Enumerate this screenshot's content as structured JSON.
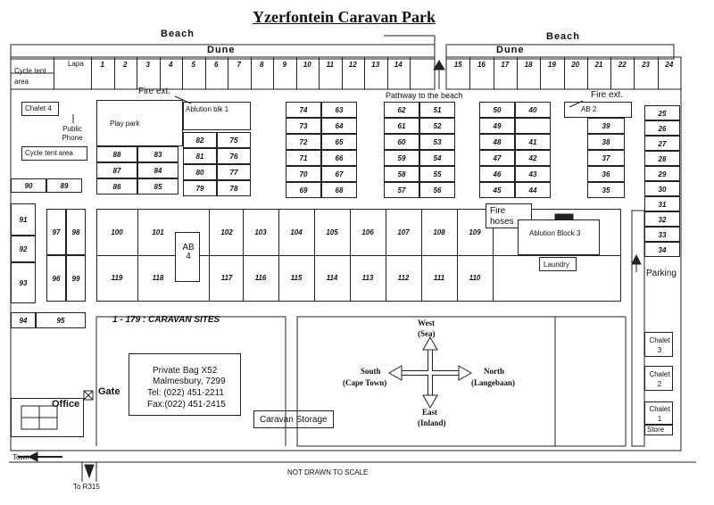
{
  "title": "Yzerfontein Caravan Park",
  "beach_left": "Beach",
  "beach_right": "Beach",
  "dune_left": "Dune",
  "dune_right": "Dune",
  "cycle_tent_top": "Cycle tent area",
  "lapa": "Lapa",
  "chalet_4": "Chalet 4",
  "public_phone": "Public Phone",
  "cycle_tent_mid": "Cycle tent area",
  "play_park": "Play park",
  "fire_ext_left": "Fire ext.",
  "fire_ext_right": "Fire ext.",
  "ablution_blk1": "Ablution blk 1",
  "ab2": "AB 2",
  "pathway": "Pathway to the beach",
  "fire_hoses": "Fire hoses",
  "ablution_block3": "Ablution Block 3",
  "laundry": "Laundry",
  "ab4": "AB 4",
  "parking": "Parking",
  "sites_caption": "1 - 179  : CARAVAN SITES",
  "address": {
    "line1": "Private Bag X52",
    "line2": "Malmesbury, 7299",
    "line3": "Tel: (022) 451-2211",
    "line4": "Fax:(022) 451-2415"
  },
  "caravan_storage": "Caravan Storage",
  "gate": "Gate",
  "office": "Office",
  "town": "Town",
  "to_r315": "To R315",
  "not_to_scale": "NOT DRAWN TO SCALE",
  "compass": {
    "west": "West",
    "west_sub": "(Sea)",
    "south": "South",
    "south_sub": "(Cape Town)",
    "north": "North",
    "north_sub": "(Langebaan)",
    "east": "East",
    "east_sub": "(Inland)"
  },
  "chalets_right": {
    "c3": "Chalet 3",
    "c2": "Chalet 2",
    "c1": "Chalet 1",
    "store": "Store"
  },
  "sites": {
    "top_row": [
      "1",
      "2",
      "3",
      "4",
      "5",
      "6",
      "7",
      "8",
      "9",
      "10",
      "11",
      "12",
      "13",
      "14"
    ],
    "top_row_right": [
      "15",
      "16",
      "17",
      "18",
      "19",
      "20",
      "21",
      "22",
      "23",
      "24"
    ],
    "right_col": [
      "25",
      "26",
      "27",
      "28",
      "29",
      "30",
      "31",
      "32",
      "33",
      "34"
    ],
    "grid_mid": [
      [
        "74",
        "63"
      ],
      [
        "73",
        "64"
      ],
      [
        "72",
        "65"
      ],
      [
        "71",
        "66"
      ],
      [
        "70",
        "67"
      ],
      [
        "69",
        "68"
      ],
      [
        "62",
        "51"
      ],
      [
        "61",
        "52"
      ],
      [
        "60",
        "53"
      ],
      [
        "59",
        "54"
      ],
      [
        "58",
        "55"
      ],
      [
        "57",
        "56"
      ],
      [
        "50",
        "40"
      ],
      [
        "49",
        ""
      ],
      [
        "48",
        "41"
      ],
      [
        "47",
        "42"
      ],
      [
        "46",
        "43"
      ],
      [
        "45",
        "44"
      ]
    ],
    "col_39_35": [
      "39",
      "38",
      "37",
      "36",
      "35"
    ],
    "pp_grid": [
      [
        "82",
        "75"
      ],
      [
        "81",
        "76"
      ],
      [
        "80",
        "77"
      ],
      [
        "79",
        "78"
      ]
    ],
    "left_grid": [
      [
        "88",
        "83"
      ],
      [
        "87",
        "84"
      ],
      [
        "86",
        "85"
      ]
    ],
    "left_small": [
      "90",
      "89",
      "91",
      "92",
      "93",
      "94",
      "95",
      "97",
      "98",
      "96",
      "99"
    ],
    "upper_big": [
      "100",
      "101",
      "102",
      "103",
      "104",
      "105",
      "106",
      "107",
      "108",
      "109"
    ],
    "lower_big": [
      "119",
      "118",
      "117",
      "116",
      "115",
      "114",
      "113",
      "112",
      "111",
      "110"
    ]
  }
}
